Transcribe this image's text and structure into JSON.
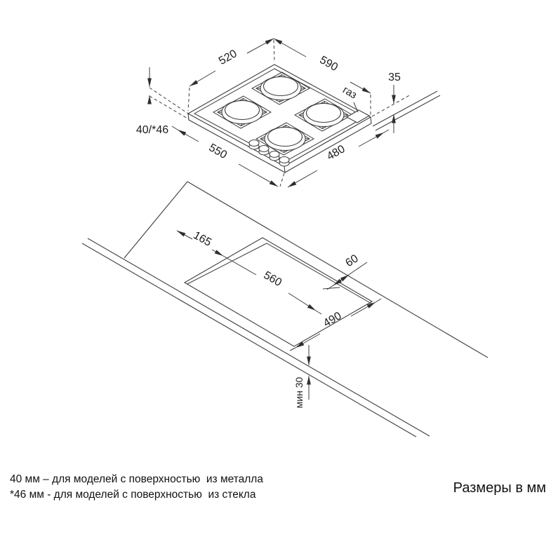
{
  "diagram": {
    "top_view": {
      "dim_back_width": "520",
      "dim_right_depth": "590",
      "dim_height_above_counter": "35",
      "dim_total_height": "40/*46",
      "dim_front_width": "550",
      "dim_front_depth": "480",
      "gas_label": "газ"
    },
    "cutout_view": {
      "dim_offset_left": "165",
      "dim_cutout_length": "560",
      "dim_side_clearance": "60",
      "dim_cutout_depth": "490",
      "dim_min_front_clearance": "мин 30"
    }
  },
  "footnotes": {
    "line1": "40 мм – для моделей с поверхностью  из металла",
    "line2": "*46 мм - для моделей с поверхностью  из стекла"
  },
  "units_note": "Размеры в мм",
  "colors": {
    "line": "#3d3d3d",
    "text": "#1c1c1c",
    "background": "#ffffff"
  }
}
